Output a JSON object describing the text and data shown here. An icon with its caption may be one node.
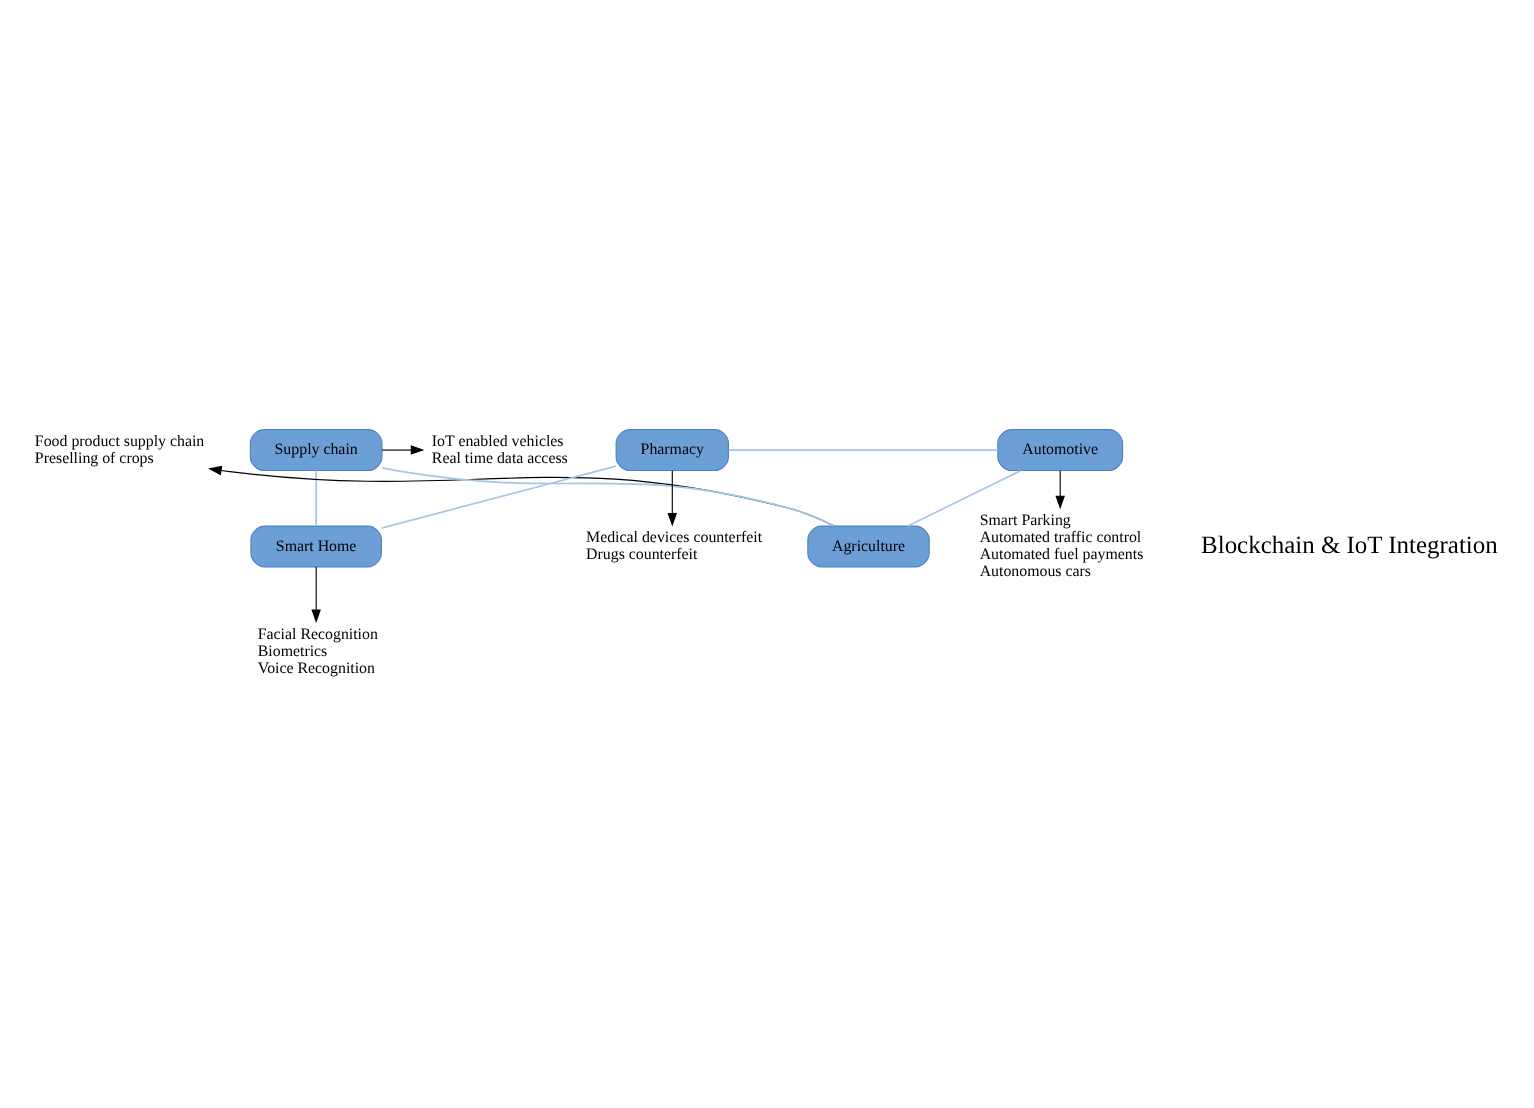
{
  "diagram": {
    "nodes": [
      {
        "text": [
          "Supply chain"
        ]
      },
      {
        "text": [
          "Smart Home"
        ]
      },
      {
        "text": [
          "Pharmacy"
        ]
      },
      {
        "text": [
          "Automotive"
        ]
      },
      {
        "text": [
          "Agriculture"
        ]
      },
      {
        "text": [
          "IoT enabled vehicles",
          "Real time data access"
        ]
      },
      {
        "text": [
          "Facial Recognition",
          "Biometrics",
          "Voice Recognition"
        ]
      },
      {
        "text": [
          "Medical devices counterfeit",
          "Drugs counterfeit"
        ]
      },
      {
        "text": [
          "Smart Parking",
          "Automated traffic control",
          "Automated fuel payments",
          "Autonomous cars"
        ]
      },
      {
        "text": [
          "Food product supply chain",
          "Preselling of crops"
        ]
      }
    ],
    "edges": [
      {
        "from": 0,
        "to": 1,
        "arrow": "none",
        "color": "#a9c4e8"
      },
      {
        "from": 1,
        "to": 2,
        "arrow": "none",
        "color": "#a9c4e8"
      },
      {
        "from": 2,
        "to": 3,
        "arrow": "none",
        "color": "#a9c4e8"
      },
      {
        "from": 3,
        "to": 4,
        "arrow": "none",
        "color": "#a9c4e8"
      },
      {
        "from": 4,
        "to": 0,
        "arrow": "none",
        "color": "#a9c4e8"
      },
      {
        "from": 0,
        "to": 5,
        "arrow": "to",
        "color": "#000000"
      },
      {
        "from": 1,
        "to": 6,
        "arrow": "to",
        "color": "#000000"
      },
      {
        "from": 2,
        "to": 7,
        "arrow": "to",
        "color": "#000000"
      },
      {
        "from": 3,
        "to": 8,
        "arrow": "to",
        "color": "#000000"
      },
      {
        "from": 4,
        "to": 9,
        "arrow": "to",
        "color": "#000000"
      }
    ],
    "labels": [
      "Blockchain & IoT Integration"
    ]
  }
}
